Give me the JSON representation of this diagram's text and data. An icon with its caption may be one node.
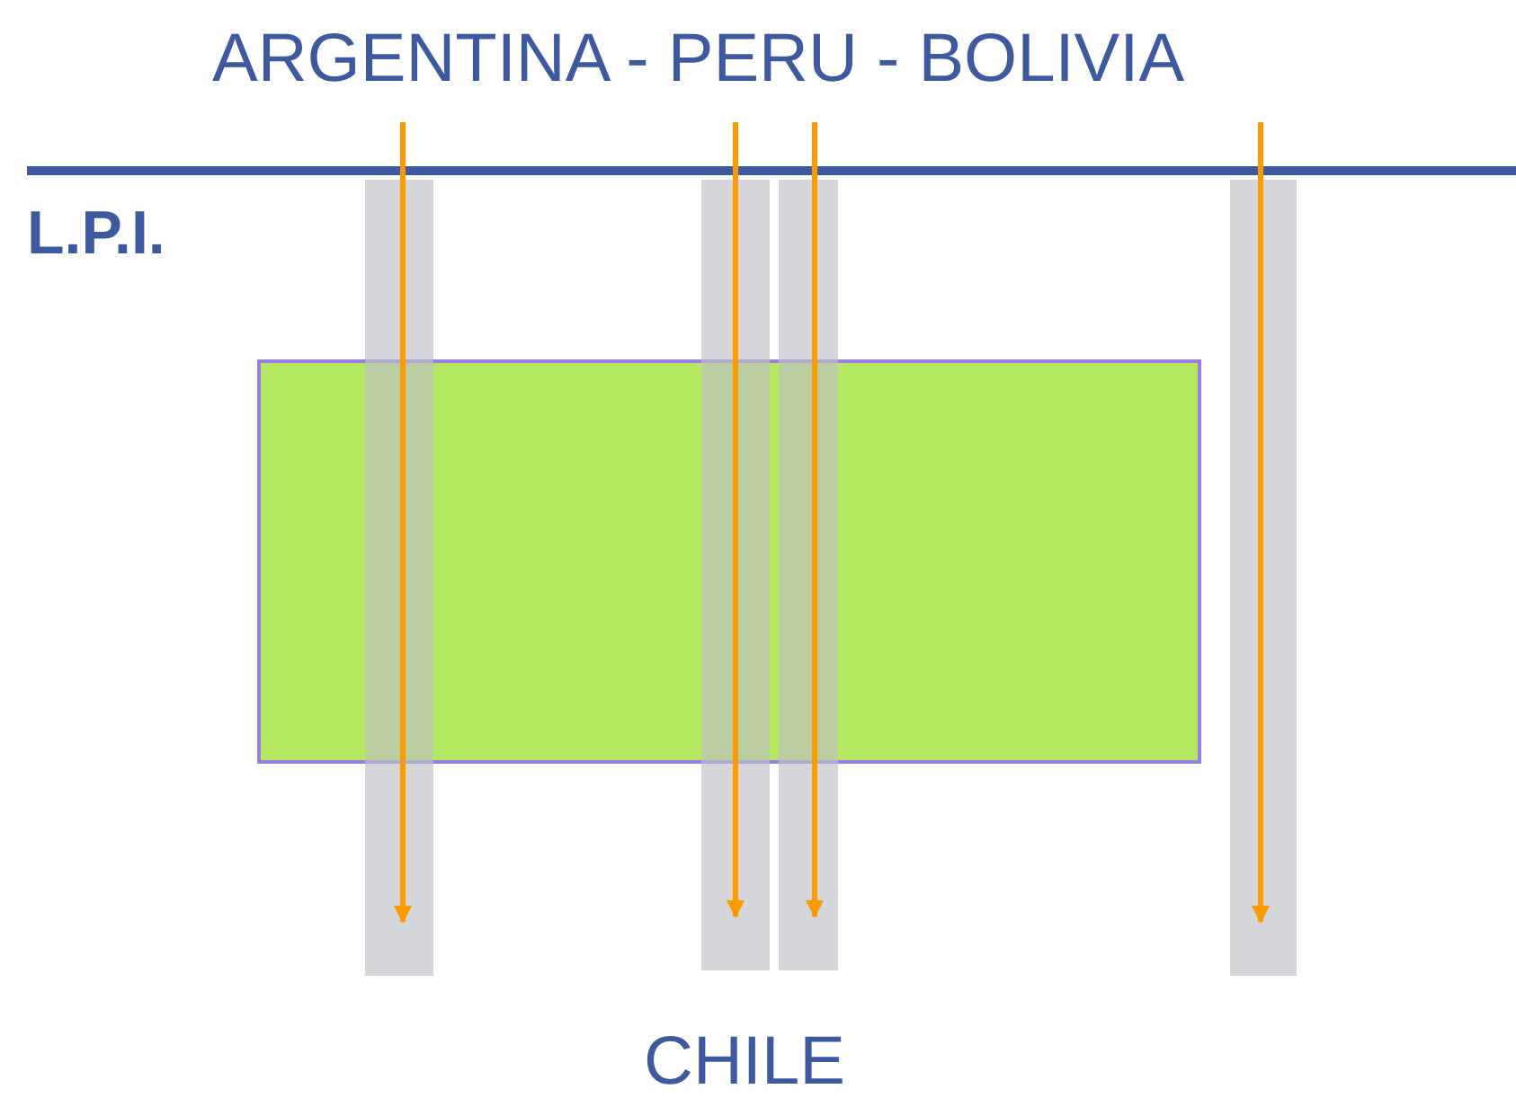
{
  "diagram": {
    "nodes": [
      {
        "text": [],
        "shape": "box"
      },
      {
        "text": [],
        "shape": "bar"
      },
      {
        "text": [],
        "shape": "bar"
      },
      {
        "text": [],
        "shape": "bar"
      },
      {
        "text": [],
        "shape": "bar"
      }
    ],
    "edges": [
      {
        "from": null,
        "to": 1,
        "arrow": "to"
      },
      {
        "from": null,
        "to": 2,
        "arrow": "to"
      },
      {
        "from": null,
        "to": 3,
        "arrow": "to"
      },
      {
        "from": null,
        "to": 4,
        "arrow": "to"
      }
    ],
    "labels": [
      "ARGENTINA - PERU - BOLIVIA",
      "L.P.I.",
      "CHILE"
    ]
  }
}
